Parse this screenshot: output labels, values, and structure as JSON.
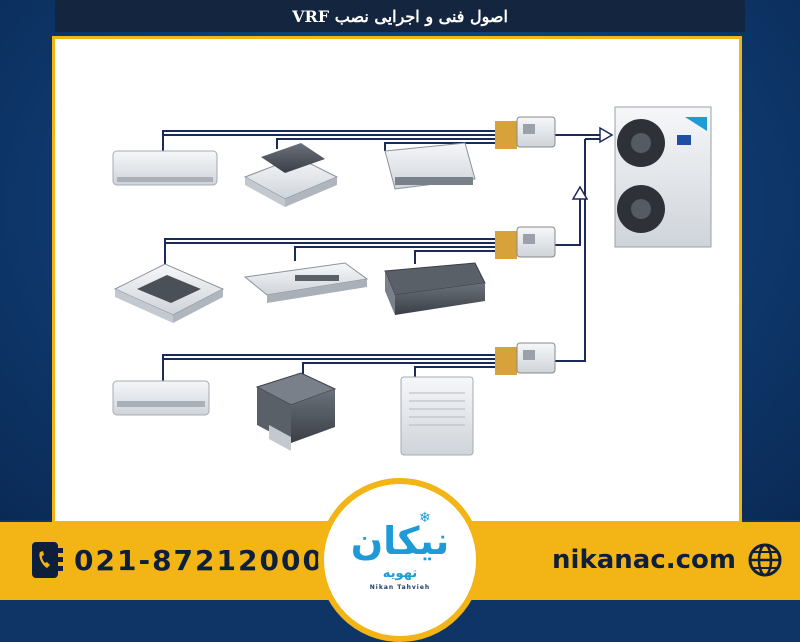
{
  "header": {
    "title": "اصول فنی و اجرایی نصب VRF"
  },
  "diagram": {
    "outdoor_unit_icon": "vrf-outdoor-unit-icon",
    "rows": [
      {
        "units": [
          "wall-mounted-split-icon",
          "ceiling-cassette-icon",
          "ceiling-suspended-icon"
        ]
      },
      {
        "units": [
          "four-way-cassette-icon",
          "ceiling-suspended-icon",
          "ducted-unit-icon"
        ]
      },
      {
        "units": [
          "wall-mounted-split-icon",
          "ducted-high-static-icon",
          "floor-standing-icon"
        ]
      }
    ],
    "colors": {
      "pipe": "#1a2a5a",
      "unit_body": "#e9ebee",
      "panel": "#c9ced6"
    }
  },
  "footer": {
    "phone": "021-87212000",
    "website": "nikanac.com",
    "phone_icon": "phone-icon",
    "globe_icon": "globe-icon",
    "logo": {
      "main": "نیکان",
      "sub": "تهویه",
      "latin": "Nikan Tahvieh"
    },
    "colors": {
      "accent": "#f3b515",
      "text": "#0e1f3c",
      "logo": "#1e9ad6"
    }
  }
}
